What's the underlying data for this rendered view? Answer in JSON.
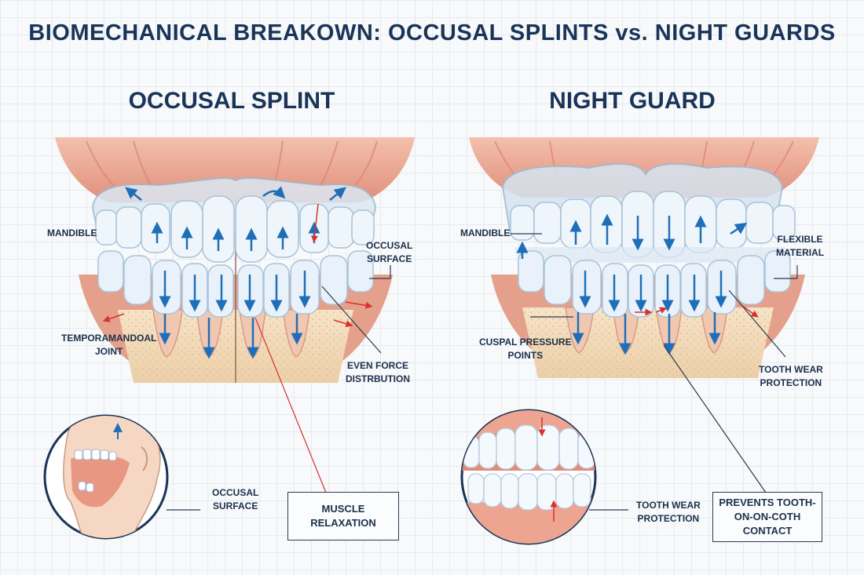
{
  "title": "BIOMECHANICAL BREAKOWN: OCCUSAL SPLINTS vs. NIGHT GUARDS",
  "panels": {
    "left": {
      "title": "OCCUSAL SPLINT",
      "labels": {
        "mandible": "MANDIBLE",
        "occlusal_surface_1": "OCCUSAL",
        "occlusal_surface_2": "SURFACE",
        "tmj_1": "TEMPORAMANDOAL",
        "tmj_2": "JOINT",
        "even_force_1": "EVEN FORCE",
        "even_force_2": "DISTRBUTION",
        "inset_occlusal_1": "OCCUSAL",
        "inset_occlusal_2": "SURFACE",
        "muscle_box": "MUSCLE RELAXATION"
      }
    },
    "right": {
      "title": "NIGHT GUARD",
      "labels": {
        "mandible": "MANDIBLE",
        "flexible_1": "FLEXIBLE",
        "flexible_2": "MATERIAL",
        "cuspal_1": "CUSPAL PRESSURE",
        "cuspal_2": "POINTS",
        "wear_1": "TOOTH WEAR",
        "wear_2": "PROTECTION",
        "inset_wear_1": "TOOTH WEAR",
        "inset_wear_2": "PROTECTION",
        "contact_box_1": "PREVENTS TOOTH-",
        "contact_box_2": "ON-ON-COTH CONTACT"
      }
    }
  },
  "colors": {
    "navy": "#1a3458",
    "gum": "#e89a86",
    "tooth": "#eef5fb",
    "bone": "#f3dcbc",
    "arrow_blue": "#1f6fb8",
    "arrow_red": "#d8322e"
  }
}
